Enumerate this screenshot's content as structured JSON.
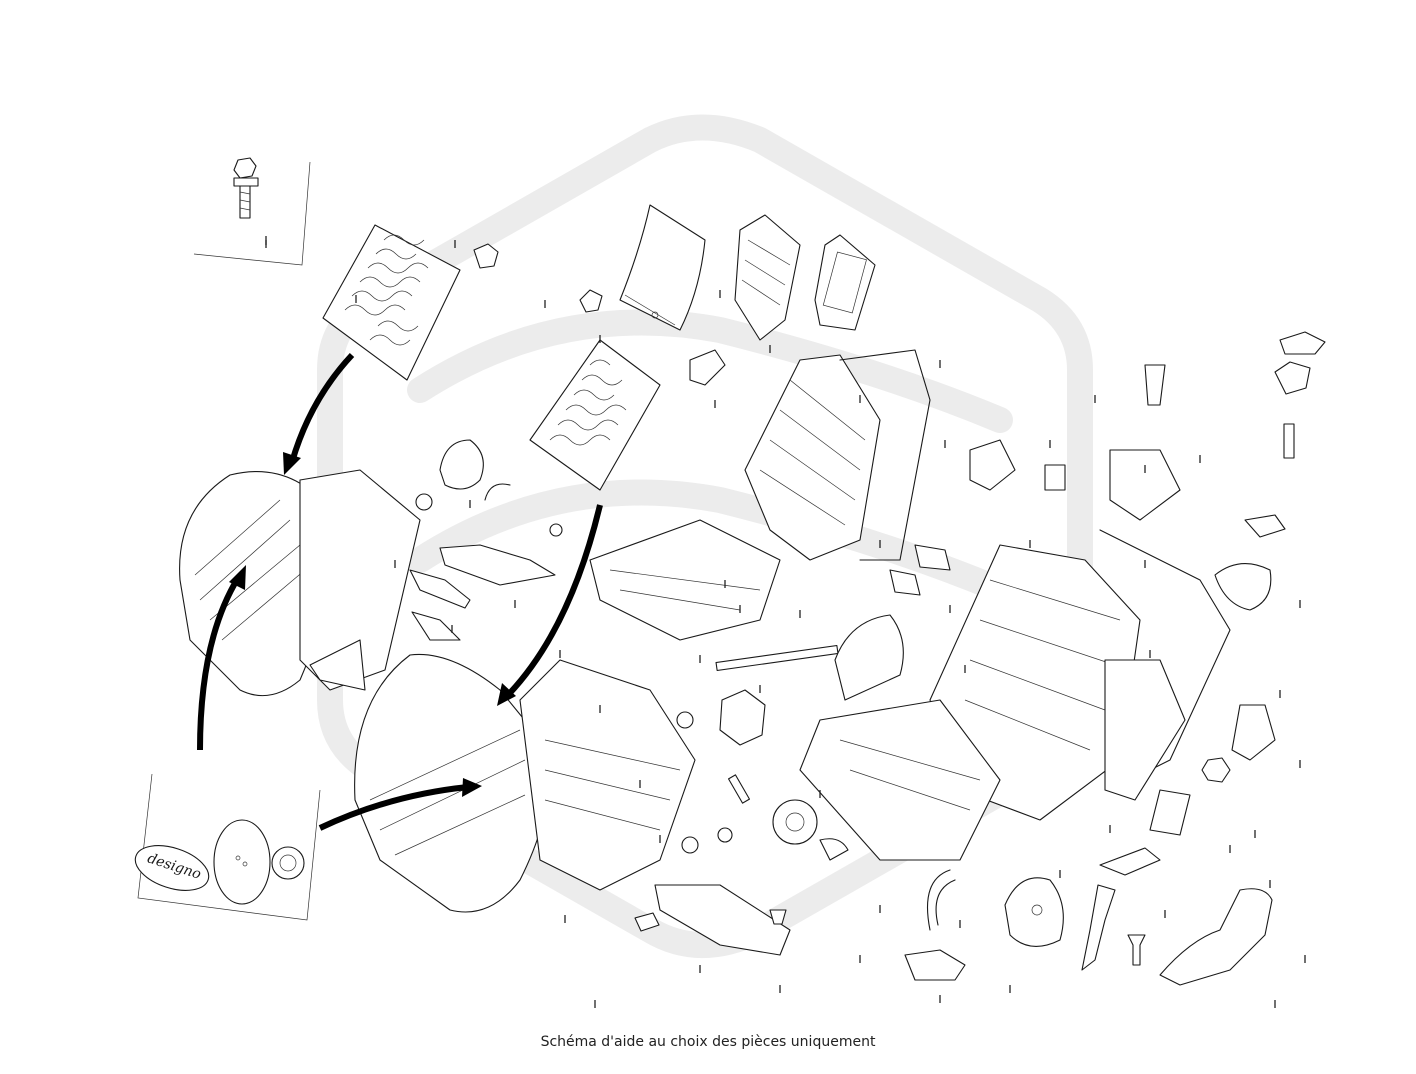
{
  "caption": "Schéma d'aide au choix des pièces uniquement",
  "badge_text": "designo",
  "colors": {
    "line": "#1a1a1a",
    "watermark": "#ececec",
    "arrow": "#000000"
  },
  "parts": [
    {
      "id": "screw-inset",
      "icon": "screw-icon"
    },
    {
      "id": "foam-pad-top",
      "icon": "foam-pad-icon"
    },
    {
      "id": "seat-cover-left",
      "icon": "seat-cover-icon"
    },
    {
      "id": "seat-frame-upper",
      "icon": "seat-frame-icon"
    },
    {
      "id": "seat-frame-lower",
      "icon": "seat-frame-icon"
    },
    {
      "id": "seat-cushion-center",
      "icon": "seat-cushion-icon"
    },
    {
      "id": "designo-badge-inset",
      "icon": "badge-icon"
    },
    {
      "id": "rail-bar",
      "icon": "rod-icon"
    },
    {
      "id": "side-trim-panel",
      "icon": "trim-panel-icon"
    },
    {
      "id": "handle-lever",
      "icon": "lever-icon"
    }
  ]
}
